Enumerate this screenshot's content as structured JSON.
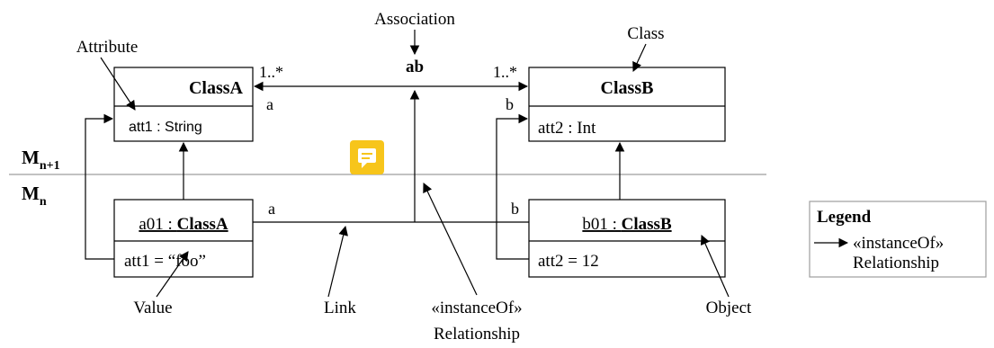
{
  "levels": {
    "upper": "M",
    "upper_sub": "n+1",
    "lower": "M",
    "lower_sub": "n"
  },
  "callouts": {
    "attribute": "Attribute",
    "association": "Association",
    "class": "Class",
    "value": "Value",
    "link": "Link",
    "instance_of_line1": "«instanceOf»",
    "instance_of_line2": "Relationship",
    "object": "Object"
  },
  "classA": {
    "name": "ClassA",
    "attr": "att1 : String"
  },
  "classB": {
    "name": "ClassB",
    "attr": "att2 : Int"
  },
  "association": {
    "name": "ab",
    "mult_left": "1..*",
    "mult_right": "1..*",
    "role_a": "a",
    "role_b": "b"
  },
  "objA": {
    "prefix": "a01 : ",
    "class": "ClassA",
    "value": "att1 = “foo”"
  },
  "objB": {
    "prefix": "b01 : ",
    "class": "ClassB",
    "value": "att2 = 12"
  },
  "link": {
    "role_a": "a",
    "role_b": "b"
  },
  "legend": {
    "title": "Legend",
    "line1": "«instanceOf»",
    "line2": "Relationship"
  },
  "colors": {
    "note_icon": "#f7c51b",
    "separator": "#9e9e9e"
  },
  "icons": {
    "note": "comment-note-icon"
  }
}
